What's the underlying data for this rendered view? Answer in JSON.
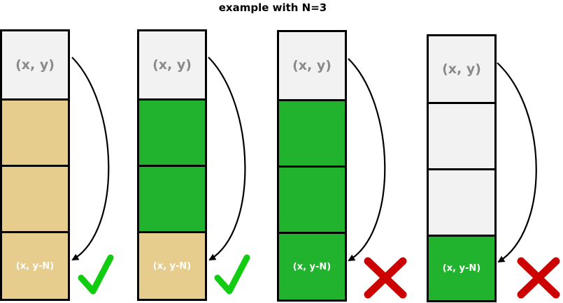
{
  "title": "example with N=3",
  "colors": {
    "empty": "#f2f2f2",
    "tan": "#e6cc8d",
    "green": "#21b22e",
    "check": "#11cc11",
    "cross": "#cc0000"
  },
  "columns": [
    {
      "top_label": "(x, y)",
      "bottom_label": "(x, y-N)",
      "cell_fills": [
        "empty",
        "tan",
        "tan",
        "tan"
      ],
      "result": "valid",
      "result_icon": "check-icon"
    },
    {
      "top_label": "(x, y)",
      "bottom_label": "(x, y-N)",
      "cell_fills": [
        "empty",
        "green",
        "green",
        "tan"
      ],
      "result": "valid",
      "result_icon": "check-icon"
    },
    {
      "top_label": "(x, y)",
      "bottom_label": "(x, y-N)",
      "cell_fills": [
        "empty",
        "green",
        "green",
        "green"
      ],
      "result": "invalid",
      "result_icon": "cross-icon"
    },
    {
      "top_label": "(x, y)",
      "bottom_label": "(x, y-N)",
      "cell_fills": [
        "empty",
        "empty",
        "empty",
        "green"
      ],
      "result": "invalid",
      "result_icon": "cross-icon"
    }
  ]
}
